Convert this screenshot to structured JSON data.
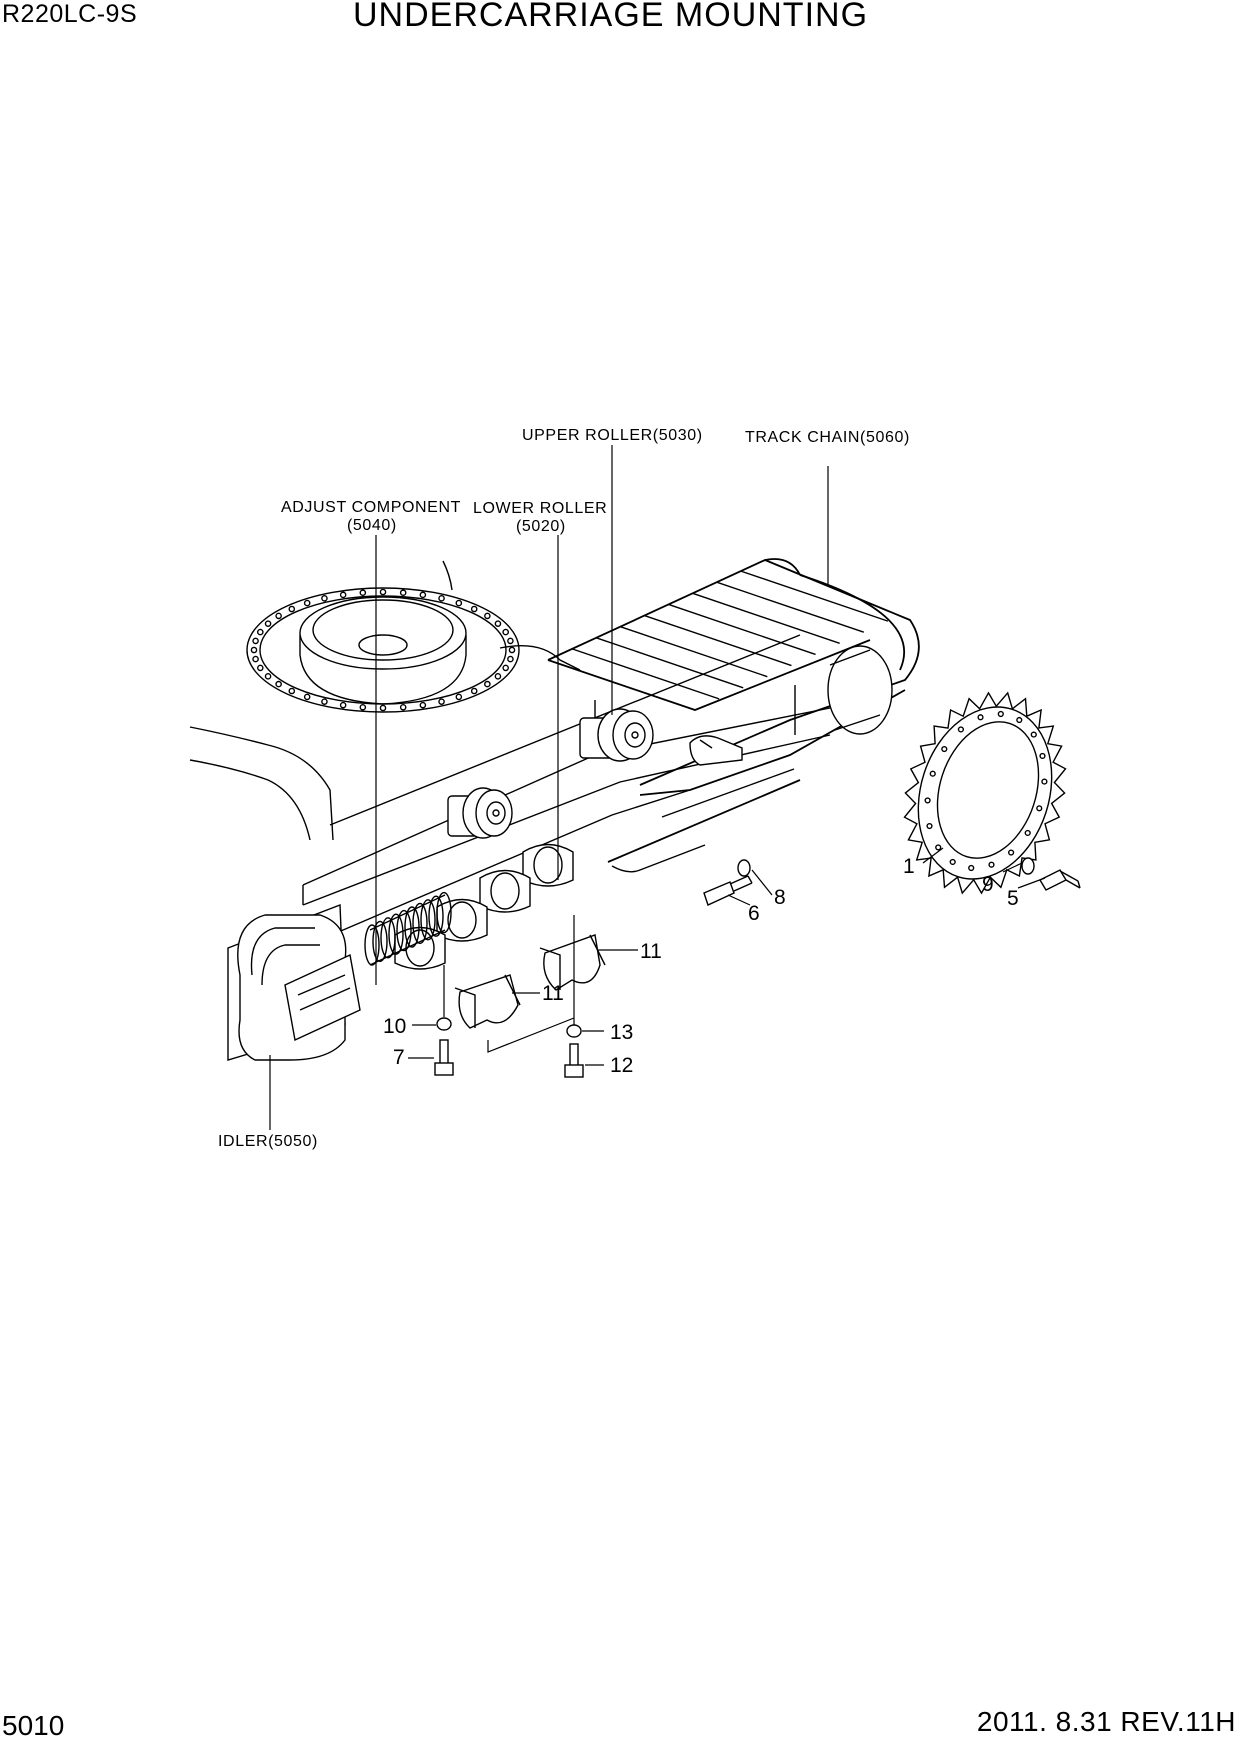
{
  "header": {
    "model": "R220LC-9S",
    "title": "UNDERCARRIAGE MOUNTING"
  },
  "footer": {
    "page_number": "5010",
    "date_revision": "2011. 8.31  REV.11H"
  },
  "assembly_labels": {
    "upper_roller": "UPPER ROLLER(5030)",
    "track_chain": "TRACK CHAIN(5060)",
    "adjust_component_line1": "ADJUST COMPONENT",
    "adjust_component_line2": "(5040)",
    "lower_roller_line1": "LOWER ROLLER",
    "lower_roller_line2": "(5020)",
    "idler": "IDLER(5050)"
  },
  "callouts": {
    "n1": "1",
    "n5": "5",
    "n6": "6",
    "n7": "7",
    "n8": "8",
    "n9": "9",
    "n10": "10",
    "n11a": "11",
    "n11b": "11",
    "n12": "12",
    "n13": "13"
  }
}
